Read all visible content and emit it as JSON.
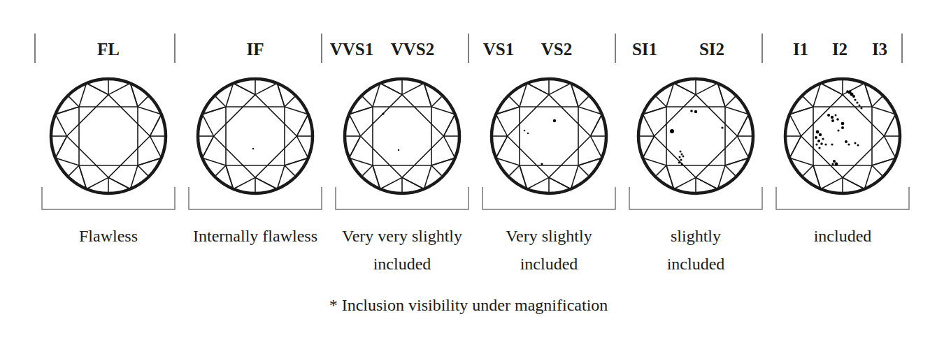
{
  "diagram": {
    "caption": "* Inclusion visibility under magnification",
    "labels": [
      "FL",
      "IF",
      "VVS1",
      "VVS2",
      "VS1",
      "VS2",
      "SI1",
      "SI2",
      "I1",
      "I2",
      "I3",
      "Flawless",
      "Internally flawless",
      "Very very slightly included",
      "Very slightly included",
      "slightly included",
      "included"
    ]
  }
}
